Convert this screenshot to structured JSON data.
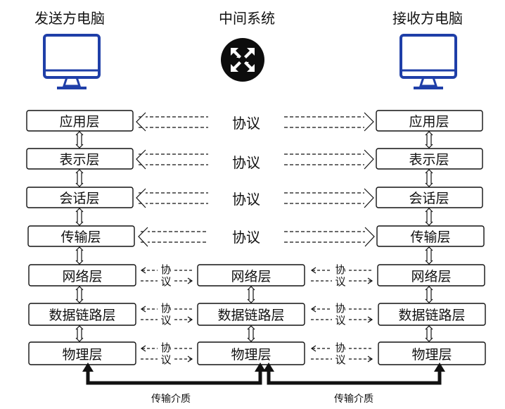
{
  "titles": {
    "sender": "发送方电脑",
    "middle": "中间系统",
    "receiver": "接收方电脑"
  },
  "icons": {
    "sender": "desktop-monitor-icon",
    "middle": "router-arrows-icon",
    "receiver": "desktop-monitor-icon"
  },
  "colors": {
    "monitor": "#1f3fa8",
    "line": "#111111"
  },
  "sender_layers": [
    "应用层",
    "表示层",
    "会话层",
    "传输层",
    "网络层",
    "数据链路层",
    "物理层"
  ],
  "receiver_layers": [
    "应用层",
    "表示层",
    "会话层",
    "传输层",
    "网络层",
    "数据链路层",
    "物理层"
  ],
  "middle_layers": [
    "网络层",
    "数据链路层",
    "物理层"
  ],
  "protocol_big": "协议",
  "protocol_small": [
    "协",
    "议"
  ],
  "medium": [
    "传输介质",
    "传输介质"
  ]
}
